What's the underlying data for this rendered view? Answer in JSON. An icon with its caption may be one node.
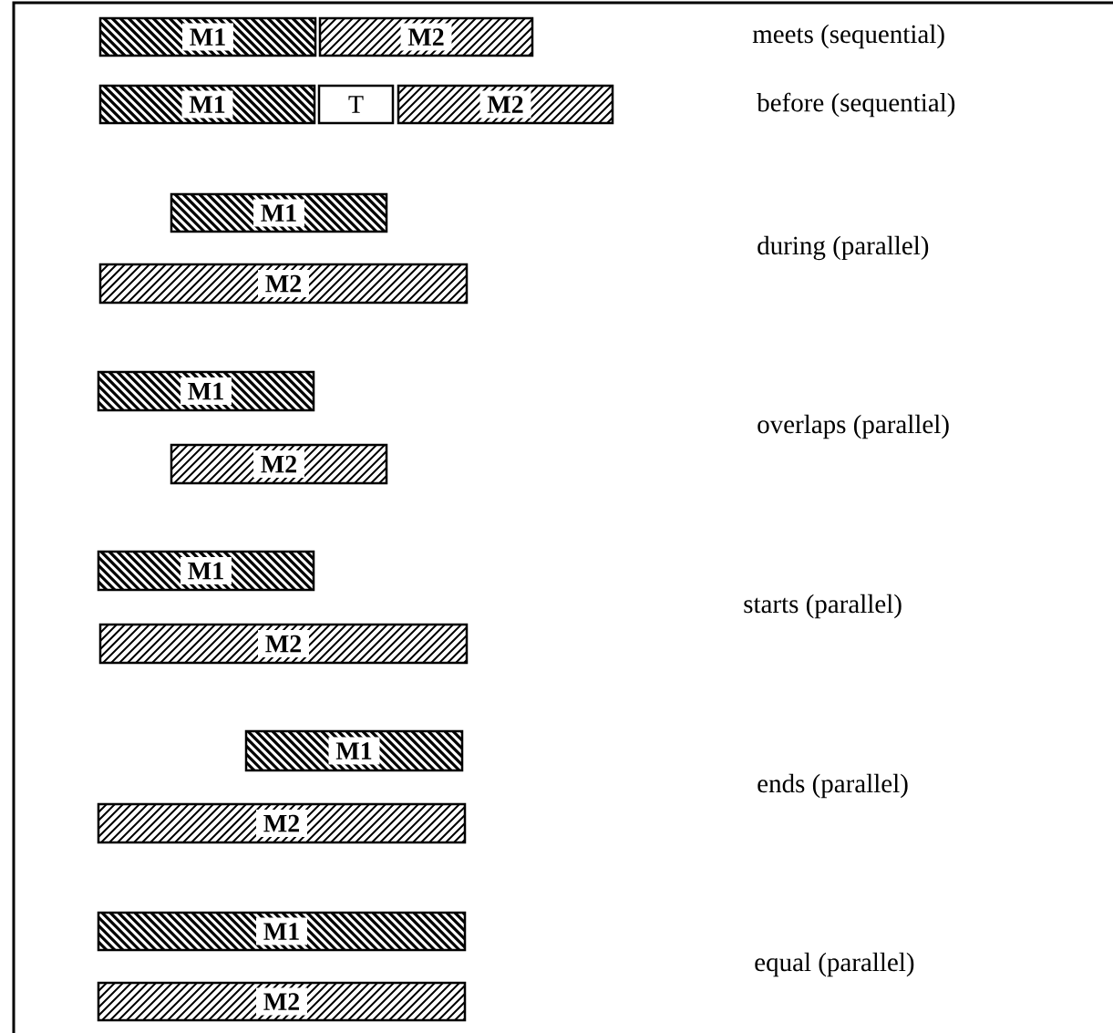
{
  "diagram": {
    "nodes": [
      {
        "text": [
          "M1"
        ]
      },
      {
        "text": [
          "M2"
        ]
      },
      {
        "text": [
          "M1"
        ]
      },
      {
        "text": [
          "T"
        ]
      },
      {
        "text": [
          "M2"
        ]
      },
      {
        "text": [
          "M1"
        ]
      },
      {
        "text": [
          "M2"
        ]
      },
      {
        "text": [
          "M1"
        ]
      },
      {
        "text": [
          "M2"
        ]
      },
      {
        "text": [
          "M1"
        ]
      },
      {
        "text": [
          "M2"
        ]
      },
      {
        "text": [
          "M1"
        ]
      },
      {
        "text": [
          "M2"
        ]
      },
      {
        "text": [
          "M1"
        ]
      },
      {
        "text": [
          "M2"
        ]
      }
    ],
    "edges": [],
    "labels": [
      "meets (sequential)",
      "before (sequential)",
      "during (parallel)",
      "overlaps (parallel)",
      "starts (parallel)",
      "ends (parallel)",
      "equal (parallel)"
    ]
  }
}
